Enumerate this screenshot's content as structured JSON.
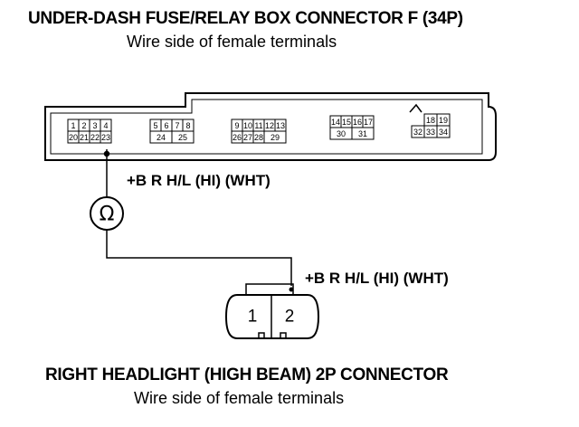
{
  "fuse_box": {
    "title": "UNDER-DASH FUSE/RELAY BOX CONNECTOR F (34P)",
    "subtitle": "Wire side of female terminals",
    "pins": {
      "g1_top": [
        "1",
        "2",
        "3",
        "4"
      ],
      "g1_bot": [
        "20",
        "21",
        "22",
        "23"
      ],
      "g2_top": [
        "5",
        "6",
        "7",
        "8"
      ],
      "g2_bot": [
        "24",
        "25"
      ],
      "g3_top": [
        "9",
        "10",
        "11",
        "12",
        "13"
      ],
      "g3_bot": [
        "26",
        "27",
        "28",
        "29"
      ],
      "g4_top": [
        "14",
        "15",
        "16",
        "17"
      ],
      "g4_bot": [
        "30",
        "31"
      ],
      "g5_top": [
        "18",
        "19"
      ],
      "g5_bot": [
        "32",
        "33",
        "34"
      ]
    },
    "wire_label": "+B R H/L (HI) (WHT)"
  },
  "ohmmeter": {
    "symbol": "Ω"
  },
  "headlight": {
    "title": "RIGHT HEADLIGHT (HIGH BEAM) 2P CONNECTOR",
    "subtitle": "Wire side of female terminals",
    "pins": [
      "1",
      "2"
    ],
    "wire_label": "+B R H/L (HI) (WHT)"
  }
}
